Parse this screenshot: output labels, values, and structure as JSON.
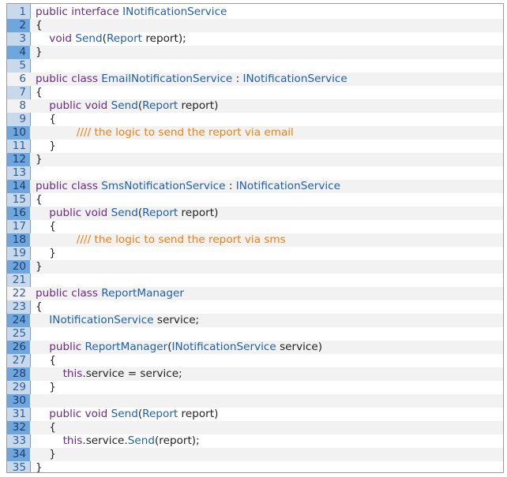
{
  "colors": {
    "keyword": "#6a2a86",
    "type": "#1f5fb0",
    "comment": "#f07f10",
    "plain": "#222222",
    "gutter_bg": "#c7d9ea",
    "gutter_highlight": "#6fa6dd"
  },
  "highlighted_lines": [
    2,
    4,
    10,
    12,
    14,
    16,
    18,
    20,
    24,
    26,
    28,
    30,
    32,
    34
  ],
  "lines": [
    {
      "n": "1",
      "tokens": [
        {
          "t": "kw",
          "v": "public interface "
        },
        {
          "t": "ty",
          "v": "INotificationService"
        }
      ]
    },
    {
      "n": "2",
      "tokens": [
        {
          "t": "pl",
          "v": "{"
        }
      ]
    },
    {
      "n": "3",
      "tokens": [
        {
          "t": "pl",
          "v": "    "
        },
        {
          "t": "kw",
          "v": "void "
        },
        {
          "t": "ty",
          "v": "Send"
        },
        {
          "t": "pl",
          "v": "("
        },
        {
          "t": "ty",
          "v": "Report"
        },
        {
          "t": "pl",
          "v": " report);"
        }
      ]
    },
    {
      "n": "4",
      "tokens": [
        {
          "t": "pl",
          "v": "}"
        }
      ]
    },
    {
      "n": "5",
      "tokens": []
    },
    {
      "n": "6",
      "tokens": [
        {
          "t": "kw",
          "v": "public class "
        },
        {
          "t": "ty",
          "v": "EmailNotificationService"
        },
        {
          "t": "pl",
          "v": " : "
        },
        {
          "t": "ty",
          "v": "INotificationService"
        }
      ]
    },
    {
      "n": "7",
      "tokens": [
        {
          "t": "pl",
          "v": "{"
        }
      ]
    },
    {
      "n": "8",
      "tokens": [
        {
          "t": "pl",
          "v": "    "
        },
        {
          "t": "kw",
          "v": "public void "
        },
        {
          "t": "ty",
          "v": "Send"
        },
        {
          "t": "pl",
          "v": "("
        },
        {
          "t": "ty",
          "v": "Report"
        },
        {
          "t": "pl",
          "v": " report)"
        }
      ]
    },
    {
      "n": "9",
      "tokens": [
        {
          "t": "pl",
          "v": "    {"
        }
      ]
    },
    {
      "n": "10",
      "tokens": [
        {
          "t": "pl",
          "v": "            "
        },
        {
          "t": "cm",
          "v": "//// the logic to send the report via email"
        }
      ]
    },
    {
      "n": "11",
      "tokens": [
        {
          "t": "pl",
          "v": "    }"
        }
      ]
    },
    {
      "n": "12",
      "tokens": [
        {
          "t": "pl",
          "v": "}"
        }
      ]
    },
    {
      "n": "13",
      "tokens": []
    },
    {
      "n": "14",
      "tokens": [
        {
          "t": "kw",
          "v": "public class "
        },
        {
          "t": "ty",
          "v": "SmsNotificationService"
        },
        {
          "t": "pl",
          "v": " : "
        },
        {
          "t": "ty",
          "v": "INotificationService"
        }
      ]
    },
    {
      "n": "15",
      "tokens": [
        {
          "t": "pl",
          "v": "{"
        }
      ]
    },
    {
      "n": "16",
      "tokens": [
        {
          "t": "pl",
          "v": "    "
        },
        {
          "t": "kw",
          "v": "public void "
        },
        {
          "t": "ty",
          "v": "Send"
        },
        {
          "t": "pl",
          "v": "("
        },
        {
          "t": "ty",
          "v": "Report"
        },
        {
          "t": "pl",
          "v": " report)"
        }
      ]
    },
    {
      "n": "17",
      "tokens": [
        {
          "t": "pl",
          "v": "    {"
        }
      ]
    },
    {
      "n": "18",
      "tokens": [
        {
          "t": "pl",
          "v": "            "
        },
        {
          "t": "cm",
          "v": "//// the logic to send the report via sms"
        }
      ]
    },
    {
      "n": "19",
      "tokens": [
        {
          "t": "pl",
          "v": "    }"
        }
      ]
    },
    {
      "n": "20",
      "tokens": [
        {
          "t": "pl",
          "v": "}"
        }
      ]
    },
    {
      "n": "21",
      "tokens": []
    },
    {
      "n": "22",
      "tokens": [
        {
          "t": "kw",
          "v": "public class "
        },
        {
          "t": "ty",
          "v": "ReportManager"
        }
      ]
    },
    {
      "n": "23",
      "tokens": [
        {
          "t": "pl",
          "v": "{"
        }
      ]
    },
    {
      "n": "24",
      "tokens": [
        {
          "t": "pl",
          "v": "    "
        },
        {
          "t": "ty",
          "v": "INotificationService"
        },
        {
          "t": "pl",
          "v": " service;"
        }
      ]
    },
    {
      "n": "25",
      "tokens": []
    },
    {
      "n": "26",
      "tokens": [
        {
          "t": "pl",
          "v": "    "
        },
        {
          "t": "kw",
          "v": "public "
        },
        {
          "t": "ty",
          "v": "ReportManager"
        },
        {
          "t": "pl",
          "v": "("
        },
        {
          "t": "ty",
          "v": "INotificationService"
        },
        {
          "t": "pl",
          "v": " service)"
        }
      ]
    },
    {
      "n": "27",
      "tokens": [
        {
          "t": "pl",
          "v": "    {"
        }
      ]
    },
    {
      "n": "28",
      "tokens": [
        {
          "t": "pl",
          "v": "        "
        },
        {
          "t": "kw",
          "v": "this"
        },
        {
          "t": "pl",
          "v": ".service = service;"
        }
      ]
    },
    {
      "n": "29",
      "tokens": [
        {
          "t": "pl",
          "v": "    }"
        }
      ]
    },
    {
      "n": "30",
      "tokens": []
    },
    {
      "n": "31",
      "tokens": [
        {
          "t": "pl",
          "v": "    "
        },
        {
          "t": "kw",
          "v": "public void "
        },
        {
          "t": "ty",
          "v": "Send"
        },
        {
          "t": "pl",
          "v": "("
        },
        {
          "t": "ty",
          "v": "Report"
        },
        {
          "t": "pl",
          "v": " report)"
        }
      ]
    },
    {
      "n": "32",
      "tokens": [
        {
          "t": "pl",
          "v": "    {"
        }
      ]
    },
    {
      "n": "33",
      "tokens": [
        {
          "t": "pl",
          "v": "        "
        },
        {
          "t": "kw",
          "v": "this"
        },
        {
          "t": "pl",
          "v": ".service."
        },
        {
          "t": "ty",
          "v": "Send"
        },
        {
          "t": "pl",
          "v": "(report);"
        }
      ]
    },
    {
      "n": "34",
      "tokens": [
        {
          "t": "pl",
          "v": "    }"
        }
      ]
    },
    {
      "n": "35",
      "tokens": [
        {
          "t": "pl",
          "v": "}"
        }
      ]
    }
  ]
}
